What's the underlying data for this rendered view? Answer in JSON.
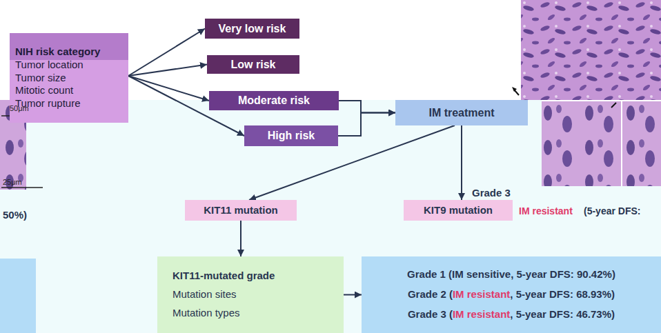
{
  "diagram": {
    "nodes": [
      {
        "text": [
          "NIH risk category",
          "Tumor location",
          "Tumor size",
          "Mitotic count",
          "Tumor rupture"
        ]
      },
      {
        "text": [
          "Very low risk"
        ]
      },
      {
        "text": [
          "Low risk"
        ]
      },
      {
        "text": [
          "Moderate risk"
        ]
      },
      {
        "text": [
          "High risk"
        ]
      },
      {
        "text": [
          "IM treatment"
        ]
      },
      {
        "text": [
          "KIT11 mutation"
        ]
      },
      {
        "text": [
          "KIT9 mutation"
        ]
      },
      {
        "text": [
          "KIT11-mutated grade",
          "Mutation sites",
          "Mutation types"
        ]
      },
      {
        "text": [
          "Grade 1 (IM sensitive, 5-year DFS: 90.42%)",
          "Grade 2 (",
          "IM resistant",
          ", 5-year DFS: 68.93%)",
          "Grade 3 (",
          "IM resistant",
          ", 5-year DFS: 46.73%)"
        ]
      }
    ],
    "edges": [
      {
        "from": 0,
        "to": 1,
        "arrow": "to"
      },
      {
        "from": 0,
        "to": 2,
        "arrow": "to"
      },
      {
        "from": 0,
        "to": 3,
        "arrow": "to"
      },
      {
        "from": 0,
        "to": 4,
        "arrow": "to"
      },
      {
        "from": 3,
        "to": 5,
        "arrow": "to"
      },
      {
        "from": 4,
        "to": 5,
        "arrow": "to"
      },
      {
        "from": 5,
        "to": 6,
        "arrow": "to"
      },
      {
        "from": 5,
        "to": 7,
        "arrow": "to"
      },
      {
        "from": 6,
        "to": 8,
        "arrow": "to"
      },
      {
        "from": 8,
        "to": 9,
        "arrow": "to"
      }
    ],
    "labels": [
      "50μm",
      "25μm",
      "50%)",
      "Grade 3",
      "IM resistant",
      "(5-year DFS:"
    ]
  }
}
